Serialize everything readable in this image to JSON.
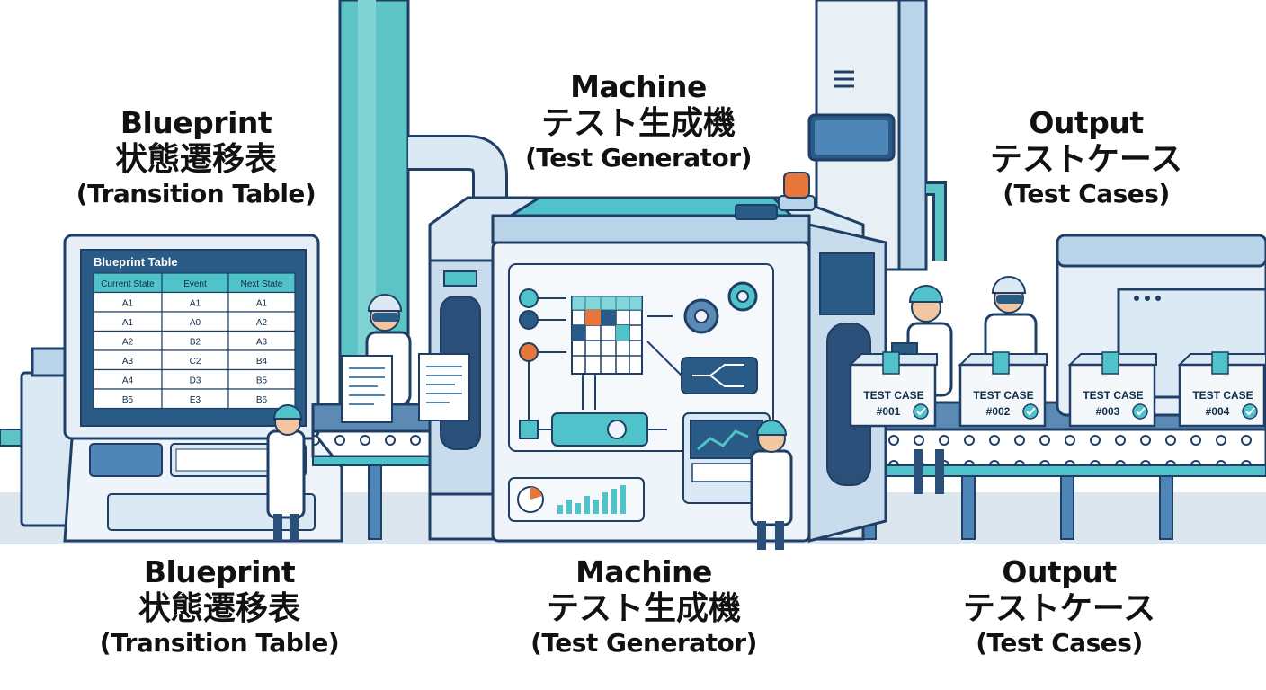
{
  "stages": {
    "blueprint": {
      "title": "Blueprint",
      "jp": "状態遷移表",
      "en": "(Transition Table)"
    },
    "machine": {
      "title": "Machine",
      "jp": "テスト生成機",
      "en": "(Test Generator)"
    },
    "output": {
      "title": "Output",
      "jp": "テストケース",
      "en": "(Test Cases)"
    }
  },
  "blueprint_table": {
    "title": "Blueprint Table",
    "headers": [
      "Current State",
      "Event",
      "Next State"
    ],
    "rows": [
      [
        "A1",
        "A1",
        "A1"
      ],
      [
        "A1",
        "A0",
        "A2"
      ],
      [
        "A2",
        "B2",
        "A3"
      ],
      [
        "A3",
        "C2",
        "B4"
      ],
      [
        "A4",
        "D3",
        "B5"
      ],
      [
        "B5",
        "E3",
        "B6"
      ]
    ]
  },
  "test_cases": [
    {
      "label": "TEST CASE",
      "id": "#001"
    },
    {
      "label": "TEST CASE",
      "id": "#002"
    },
    {
      "label": "TEST CASE",
      "id": "#003"
    },
    {
      "label": "TEST CASE",
      "id": "#004"
    }
  ],
  "colors": {
    "outline": "#1f3f66",
    "teal": "#4fc3c9",
    "light_blue": "#dbe9f4",
    "panel": "#eef4f9",
    "orange": "#e8763a",
    "navy_screen": "#2a5a86"
  }
}
